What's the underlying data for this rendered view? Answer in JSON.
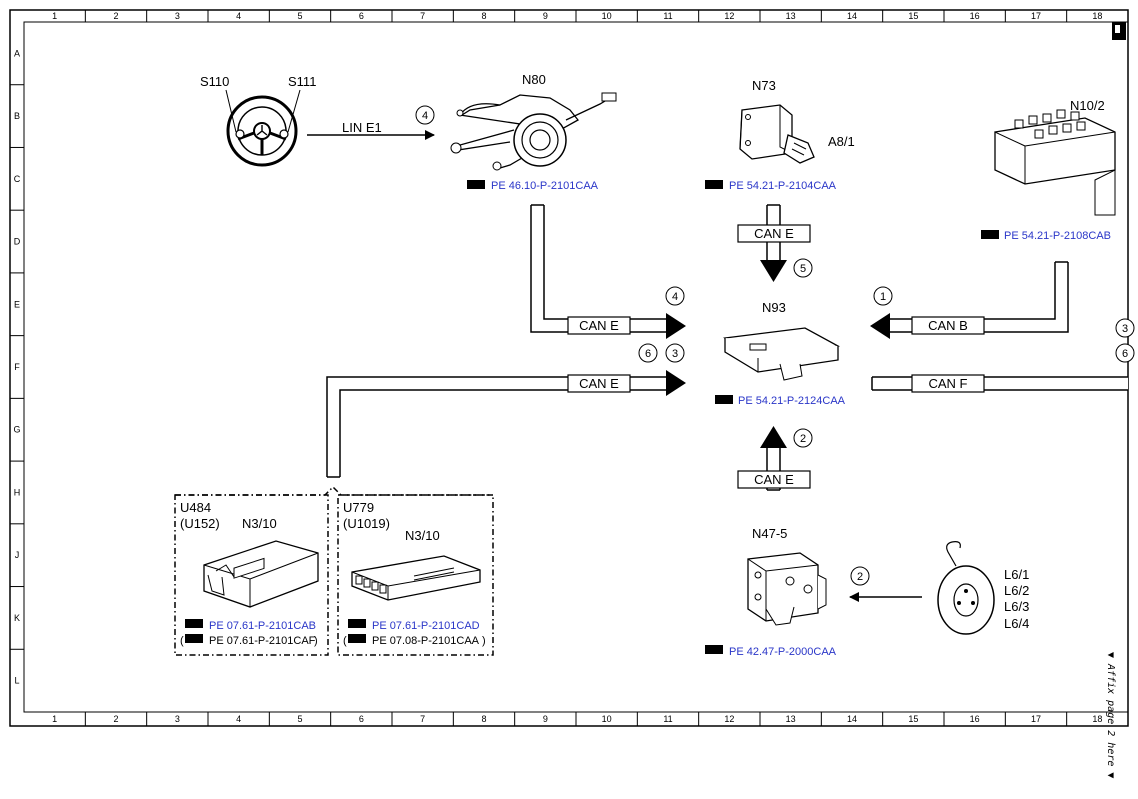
{
  "grid": {
    "columns": [
      "1",
      "2",
      "3",
      "4",
      "5",
      "6",
      "7",
      "8",
      "9",
      "10",
      "11",
      "12",
      "13",
      "14",
      "15",
      "16",
      "17",
      "18"
    ],
    "rows": [
      "A",
      "B",
      "C",
      "D",
      "E",
      "F",
      "G",
      "H",
      "J",
      "K",
      "L"
    ]
  },
  "components": {
    "s110": "S110",
    "s111": "S111",
    "n80": "N80",
    "n73": "N73",
    "a8_1": "A8/1",
    "n10_2": "N10/2",
    "n93": "N93",
    "n47_5": "N47-5",
    "u484": "U484",
    "u152": "(U152)",
    "n3_10_a": "N3/10",
    "u779": "U779",
    "u1019": "(U1019)",
    "n3_10_b": "N3/10",
    "l6_1": "L6/1",
    "l6_2": "L6/2",
    "l6_3": "L6/3",
    "l6_4": "L6/4"
  },
  "references": {
    "n80": "PE 46.10-P-2101CAA",
    "n73": "PE 54.21-P-2104CAA",
    "n10_2": "PE 54.21-P-2108CAB",
    "n93": "PE 54.21-P-2124CAA",
    "n47_5": "PE 42.47-P-2000CAA",
    "u484_main": "PE 07.61-P-2101CAB",
    "u484_alt": "PE 07.61-P-2101CAF",
    "u779_main": "PE 07.61-P-2101CAD",
    "u779_alt": "PE 07.08-P-2101CAA"
  },
  "buses": {
    "lin_e1": "LIN E1",
    "can_e_n80": "CAN E",
    "can_e_n73": "CAN E",
    "can_b": "CAN B",
    "can_e_engine": "CAN E",
    "can_f": "CAN F",
    "can_e_n47": "CAN E"
  },
  "markers": {
    "m_lin": "4",
    "m_n80": "4",
    "m_n73": "5",
    "m_n10": "1",
    "m_eng1": "6",
    "m_eng2": "3",
    "m_right1": "3",
    "m_right2": "6",
    "m_n47": "2",
    "m_wheel": "2"
  },
  "side_note": "▼ Affix page 2 here ▼",
  "colors": {
    "reference_link": "#2a36c8",
    "line": "#000000"
  }
}
